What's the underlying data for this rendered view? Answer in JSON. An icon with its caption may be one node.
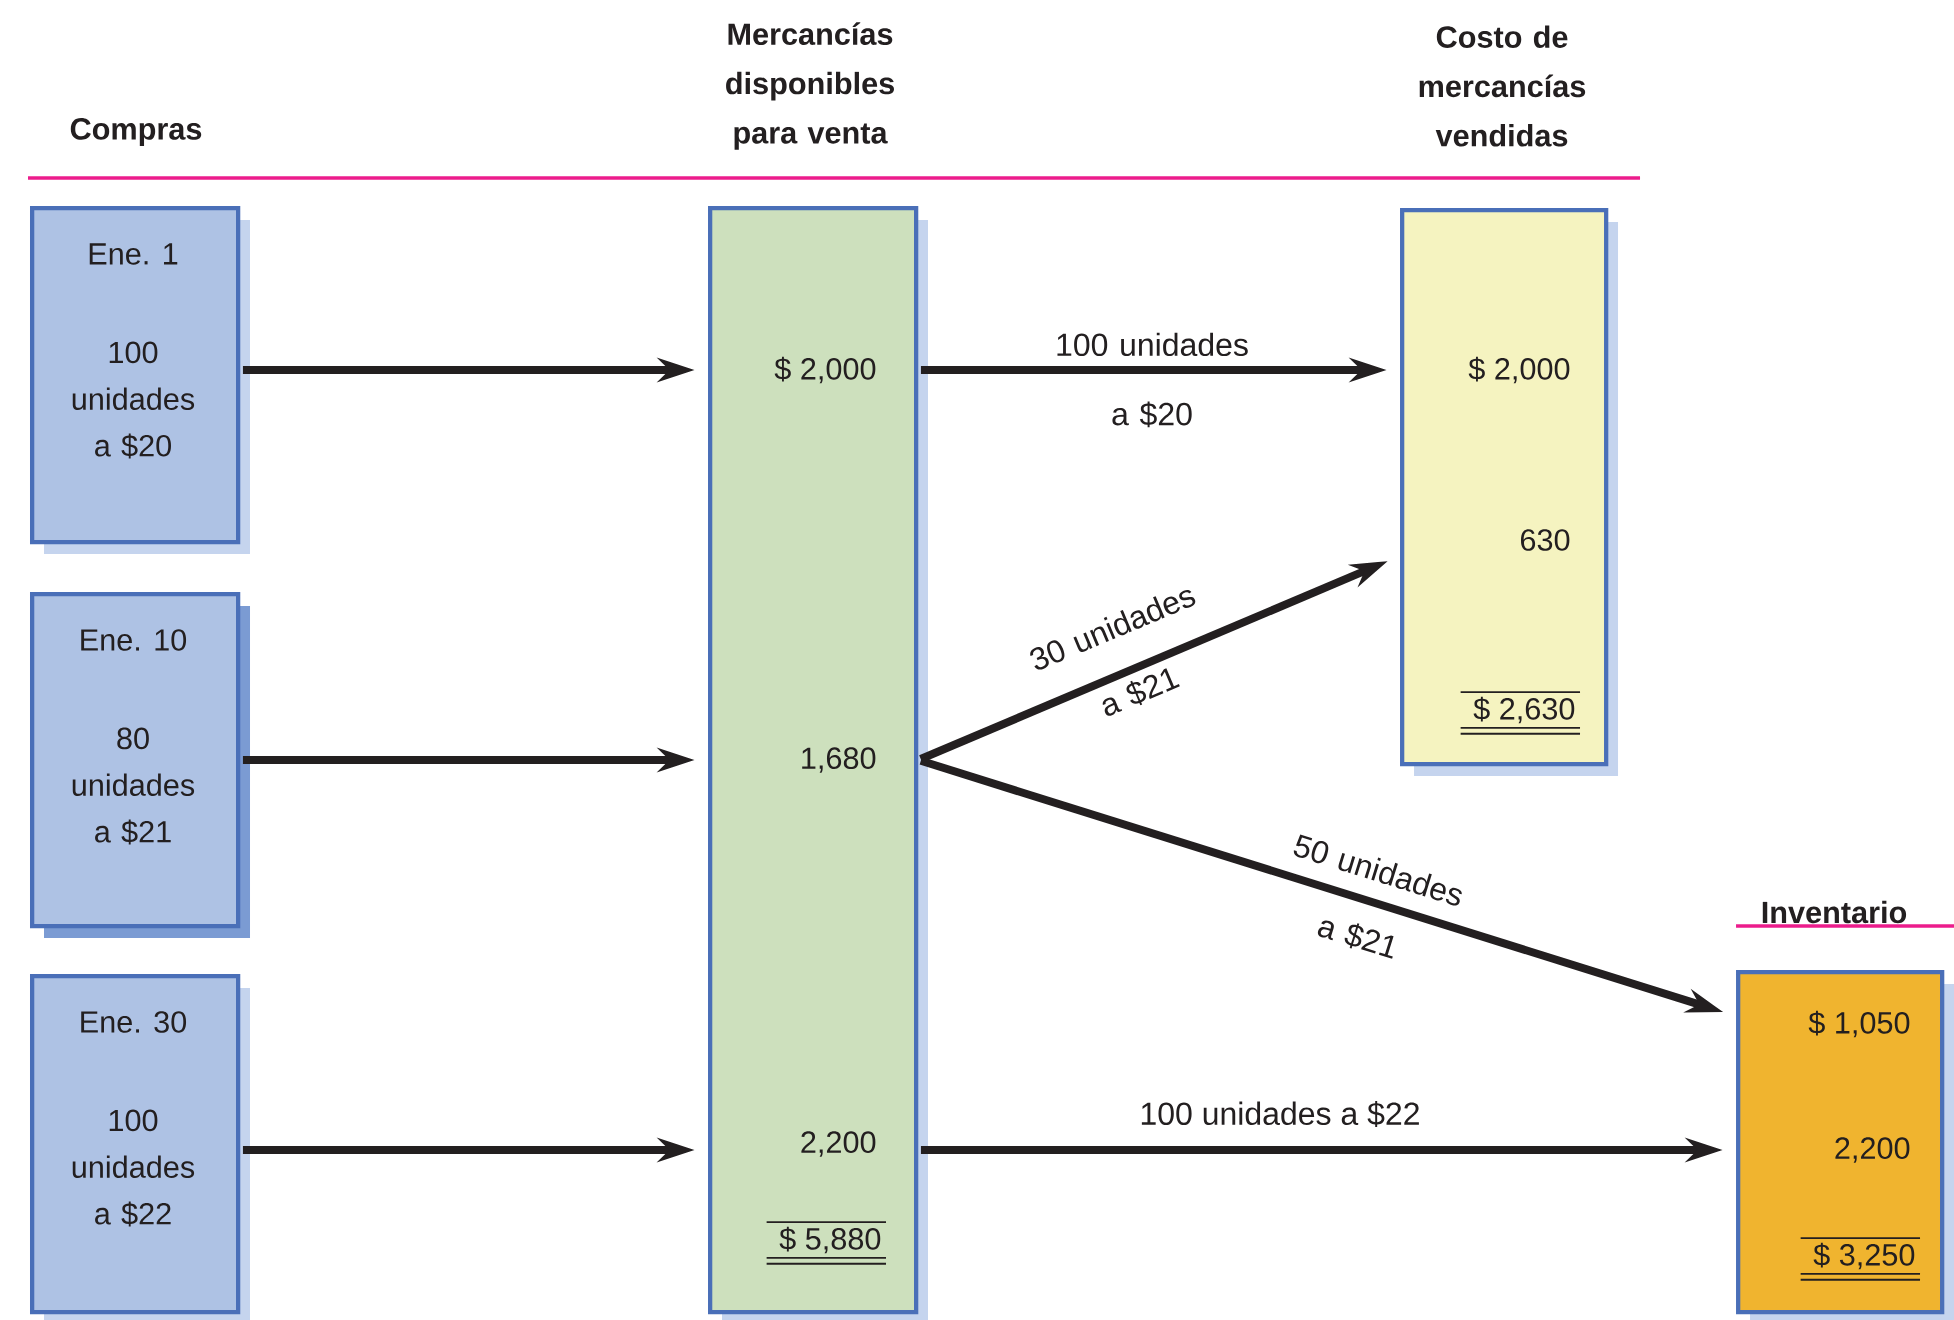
{
  "diagram": {
    "nodes": [
      {
        "text": [
          "Ene. 1",
          "100 unidades a $20"
        ]
      },
      {
        "text": [
          "Ene. 10",
          "80 unidades a $21"
        ]
      },
      {
        "text": [
          "Ene. 30",
          "100 unidades a $22"
        ]
      },
      {
        "text": [
          "Mercancías disponibles para venta",
          "$ 2,000",
          "1,680",
          "2,200",
          "$ 5,880"
        ]
      },
      {
        "text": [
          "Costo de mercancías vendidas",
          "$ 2,000",
          "630",
          "$ 2,630"
        ]
      },
      {
        "text": [
          "Inventario",
          "$ 1,050",
          "2,200",
          "$ 3,250"
        ]
      }
    ],
    "edges": [
      {
        "from": 0,
        "to": 3,
        "arrow": "to"
      },
      {
        "from": 1,
        "to": 3,
        "arrow": "to"
      },
      {
        "from": 2,
        "to": 3,
        "arrow": "to"
      },
      {
        "from": 3,
        "to": 4,
        "arrow": "to",
        "label": "100 unidades a $20"
      },
      {
        "from": 3,
        "to": 4,
        "arrow": "to",
        "label": "30 unidades a $21"
      },
      {
        "from": 3,
        "to": 5,
        "arrow": "to",
        "label": "50 unidades a $21"
      },
      {
        "from": 3,
        "to": 5,
        "arrow": "to",
        "label": "100 unidades a $22"
      }
    ],
    "labels": [
      "Compras"
    ]
  }
}
